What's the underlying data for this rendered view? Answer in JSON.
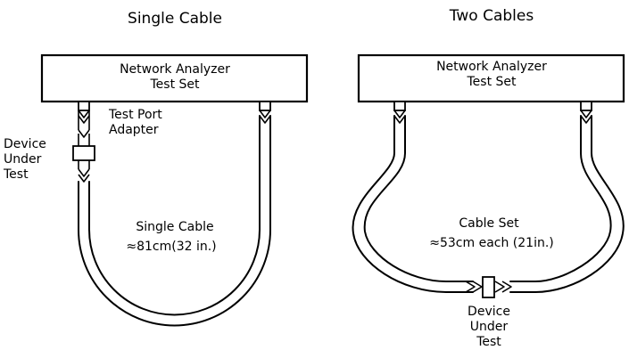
{
  "left_panel": {
    "title": "Single Cable",
    "analyzer": {
      "line1": "Network Analyzer",
      "line2": "Test Set"
    },
    "adapter_label": {
      "line1": "Test Port",
      "line2": "Adapter"
    },
    "dut_label": {
      "line1": "Device",
      "line2": "Under",
      "line3": "Test"
    },
    "cable_label": {
      "line1": "Single Cable",
      "line2": "≈81cm(32 in.)"
    }
  },
  "right_panel": {
    "title": "Two Cables",
    "analyzer": {
      "line1": "Network Analyzer",
      "line2": "Test Set"
    },
    "cable_label": {
      "line1": "Cable Set",
      "line2": "≈53cm each (21in.)"
    },
    "dut_label": {
      "line1": "Device",
      "line2": "Under",
      "line3": "Test"
    }
  }
}
